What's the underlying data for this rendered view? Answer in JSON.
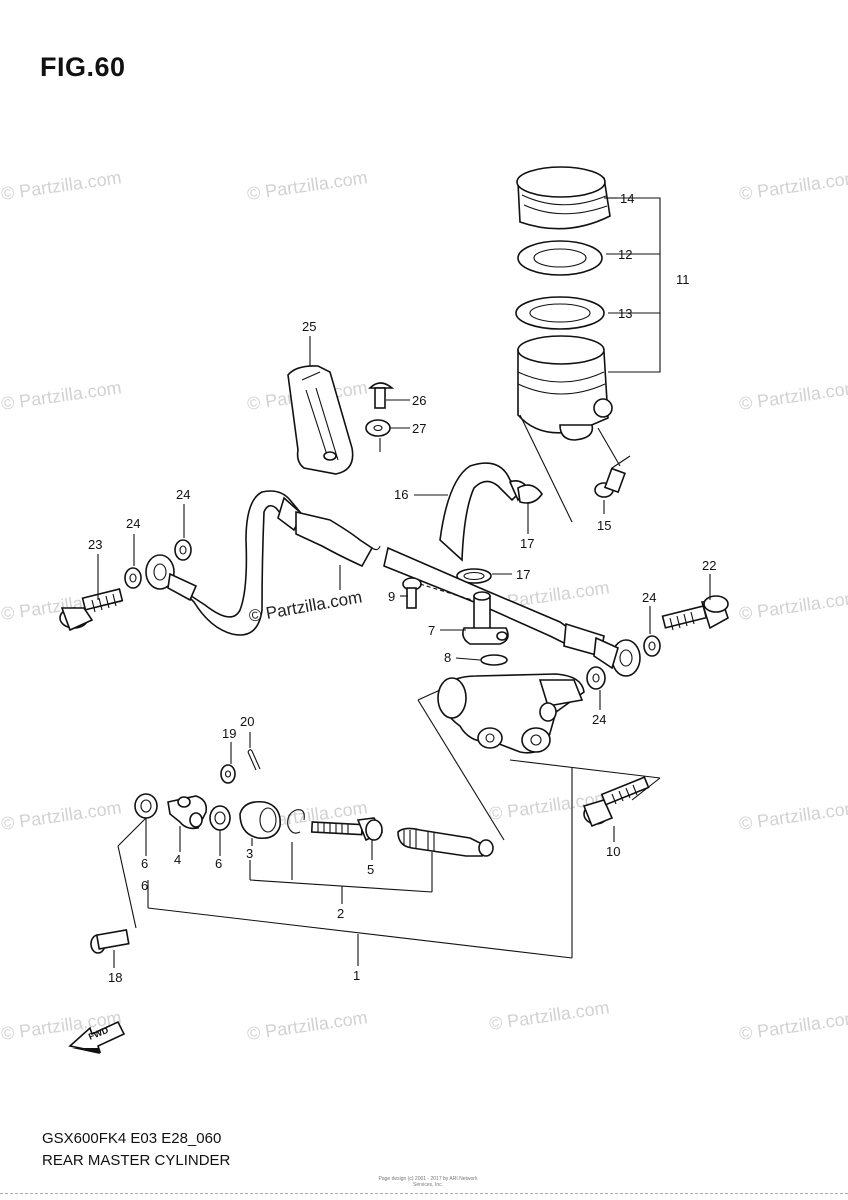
{
  "figure": {
    "title": "FIG.60",
    "model_code": "GSX600FK4 E03 E28_060",
    "section_name": "REAR MASTER CYLINDER",
    "fine_print": "Page design (c) 2001 - 2017 by ARI Network Services, Inc."
  },
  "watermark": {
    "text": "© Partzilla.com",
    "center_text": "© Partzilla.com"
  },
  "fwd_label": "FWD",
  "callouts": [
    "1",
    "2",
    "3",
    "4",
    "5",
    "6",
    "6",
    "6",
    "7",
    "8",
    "9",
    "10",
    "11",
    "12",
    "13",
    "14",
    "15",
    "16",
    "17",
    "17",
    "18",
    "19",
    "20",
    "22",
    "23",
    "24",
    "24",
    "24",
    "24",
    "25",
    "26",
    "27"
  ]
}
